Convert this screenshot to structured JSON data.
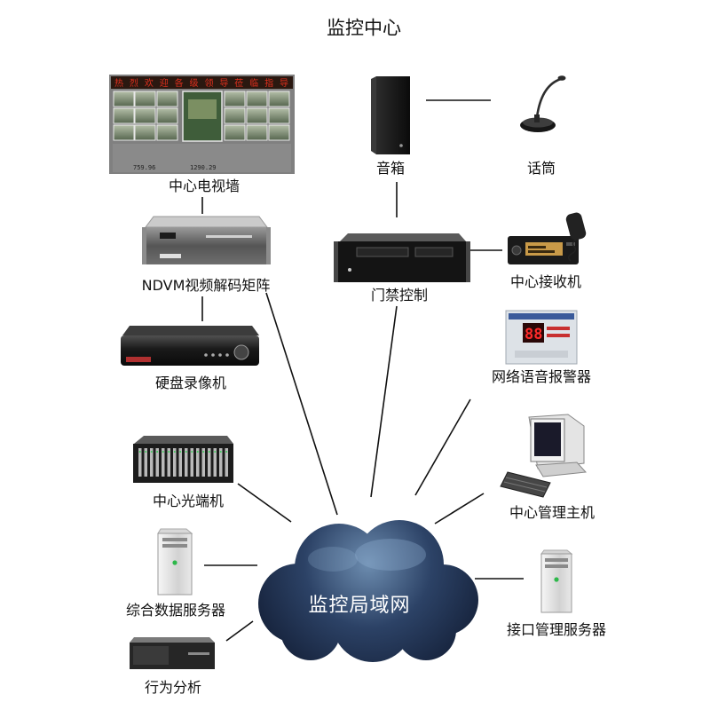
{
  "title": "监控中心",
  "network": {
    "label": "监控局域网"
  },
  "devices": {
    "tv_wall": {
      "label": "中心电视墙",
      "banner": "热烈欢迎各级领导莅临指导",
      "readouts": [
        "759.96",
        "1290.29"
      ]
    },
    "ndvm": {
      "label": "NDVM视频解码矩阵"
    },
    "dvr": {
      "label": "硬盘录像机"
    },
    "optical_terminal": {
      "label": "中心光端机"
    },
    "data_server": {
      "label": "综合数据服务器"
    },
    "behavior_analysis": {
      "label": "行为分析"
    },
    "speaker": {
      "label": "音箱"
    },
    "microphone": {
      "label": "话筒"
    },
    "access_control": {
      "label": "门禁控制"
    },
    "receiver": {
      "label": "中心接收机"
    },
    "voice_alarm": {
      "label": "网络语音报警器",
      "display": "88"
    },
    "management_host": {
      "label": "中心管理主机"
    },
    "interface_server": {
      "label": "接口管理服务器"
    }
  },
  "colors": {
    "cloud_dark": "#101a30",
    "cloud_mid": "#2c4266",
    "cloud_light": "#6d8db0",
    "banner_text": "#e0301e",
    "led_red": "#ff2a2a",
    "status_green": "#2db84a"
  }
}
